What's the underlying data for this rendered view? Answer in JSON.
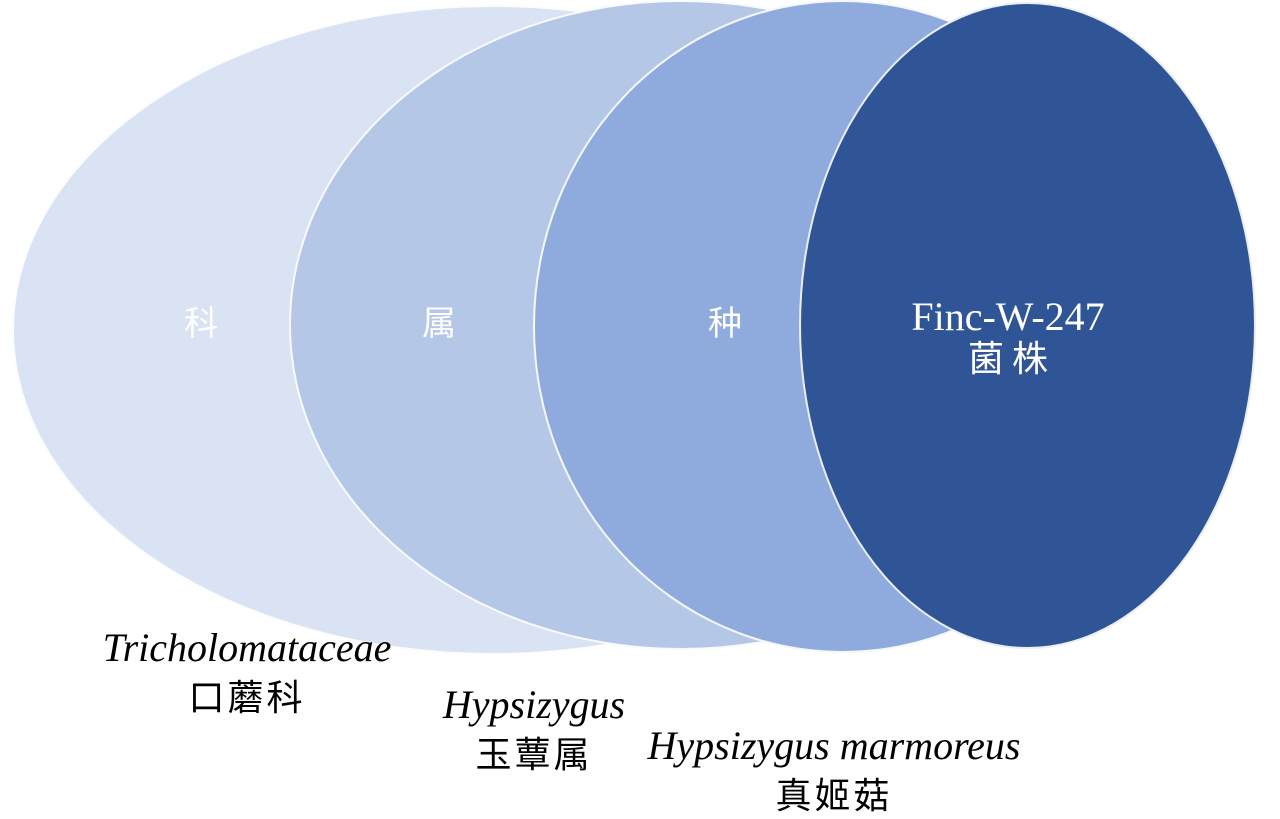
{
  "figure": {
    "type": "nested-ellipse-taxonomy-diagram",
    "background_color": "#ffffff",
    "label_color": "#ffffff",
    "caption_color": "#000000",
    "stroke_color": "#ffffff",
    "levels": [
      {
        "key": "family",
        "ring_label": "科",
        "fill": "#DAE3F4",
        "caption_latin": "Tricholomataceae",
        "caption_cn": "口蘑科"
      },
      {
        "key": "genus",
        "ring_label": "属",
        "fill": "#B4C7E7",
        "caption_latin": "Hypsizygus",
        "caption_cn": "玉蕈属"
      },
      {
        "key": "species",
        "ring_label": "种",
        "fill": "#8FAADC",
        "caption_latin": "Hypsizygus marmoreus",
        "caption_cn": "真姬菇"
      },
      {
        "key": "strain",
        "ring_label_line1": "Finc-W-247",
        "ring_label_line2": "菌株",
        "fill": "#2F5597"
      }
    ]
  }
}
